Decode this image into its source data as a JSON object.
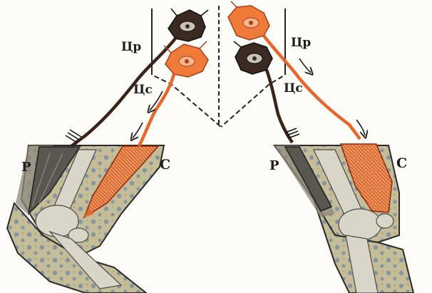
{
  "labels": {
    "left_center_flexor": "Цр",
    "left_center_extensor": "Цс",
    "left_flexor_muscle": "Р",
    "left_extensor_muscle": "С",
    "right_center_flexor": "Цр",
    "right_center_extensor": "Цс",
    "right_flexor_muscle": "Р",
    "right_extensor_muscle": "С"
  },
  "colors": {
    "dark_neuron": "#3a2418",
    "orange_neuron": "#e8662c",
    "orange_fill": "#f07a3a",
    "muscle_fill": "#e06a30",
    "leg_skin": "#9a9488",
    "leg_tissue": "#c9c29a",
    "bone": "#d8d4c8",
    "dots": "#7a8a99",
    "outline": "#2a2a2a"
  }
}
